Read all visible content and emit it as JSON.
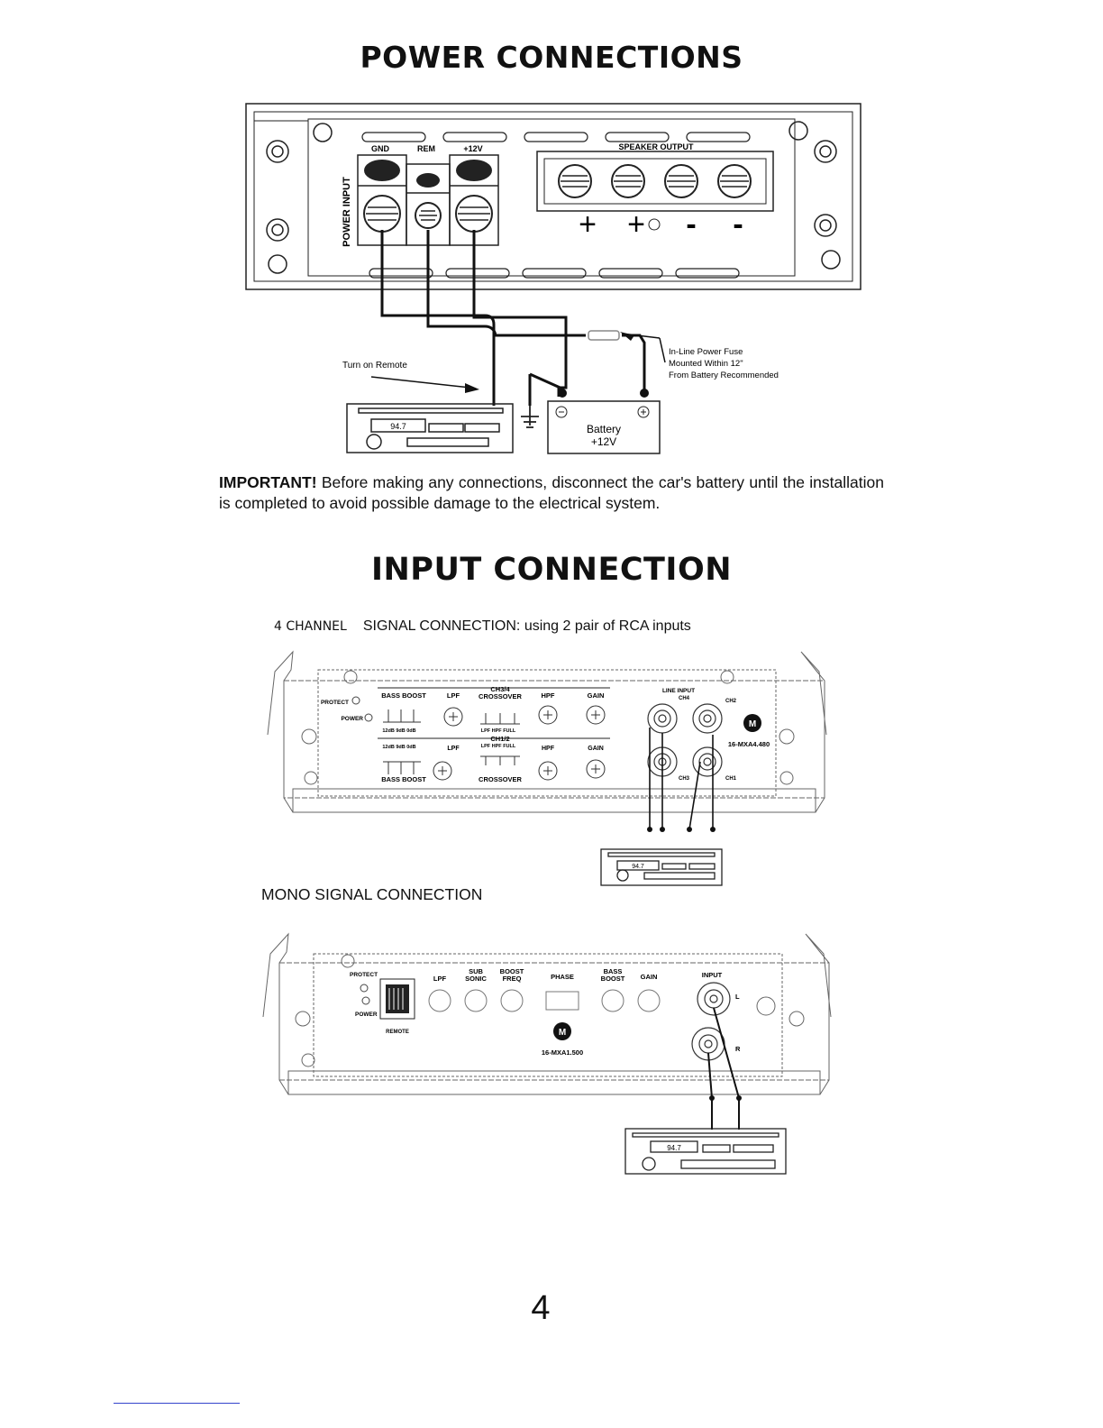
{
  "power": {
    "title": "POWER CONNECTIONS",
    "power_input_label": "POWER INPUT",
    "gnd": "GND",
    "rem": "REM",
    "v12": "+12V",
    "speaker_output": "SPEAKER OUTPUT",
    "plus": "+",
    "minus": "-",
    "turn_on_remote": "Turn on Remote",
    "fuse_line1": "In-Line Power Fuse",
    "fuse_line2": "Mounted Within 12\"",
    "fuse_line3": "From Battery Recommended",
    "radio_freq": "94.7",
    "battery_label": "Battery",
    "battery_voltage": "+12V"
  },
  "important": {
    "lead": "IMPORTANT!",
    "text": " Before making any connections, disconnect the car's battery until the installation is completed to avoid possible damage to the electrical system."
  },
  "input": {
    "title": "INPUT CONNECTION",
    "four_ch_prefix": "4 CHANNEL",
    "four_ch_text": "SIGNAL CONNECTION: using 2 pair of RCA inputs",
    "mono_label": "MONO SIGNAL CONNECTION"
  },
  "amp4": {
    "protect": "PROTECT",
    "power": "POWER",
    "bass_boost": "BASS BOOST",
    "lpf": "LPF",
    "ch34": "CH3/4",
    "crossover": "CROSSOVER",
    "hpf": "HPF",
    "gain": "GAIN",
    "ch12": "CH1/2",
    "db_vals": "12dB  9dB  0dB",
    "lpf_hpf_full": "LPF HPF FULL",
    "line_input": "LINE INPUT",
    "ch4": "CH4",
    "ch2": "CH2",
    "ch3": "CH3",
    "ch1": "CH1",
    "model": "16-MXA4.480",
    "radio_freq": "94.7"
  },
  "amp1": {
    "protect": "PROTECT",
    "power": "POWER",
    "remote": "REMOTE",
    "lpf": "LPF",
    "sub": "SUB",
    "sonic": "SONIC",
    "boost": "BOOST",
    "freq": "FREQ",
    "phase": "PHASE",
    "bass": "BASS",
    "boost2": "BOOST",
    "gain": "GAIN",
    "input": "INPUT",
    "l": "L",
    "r": "R",
    "model": "16-MXA1.500",
    "radio_freq": "94.7"
  },
  "page_number": "4"
}
